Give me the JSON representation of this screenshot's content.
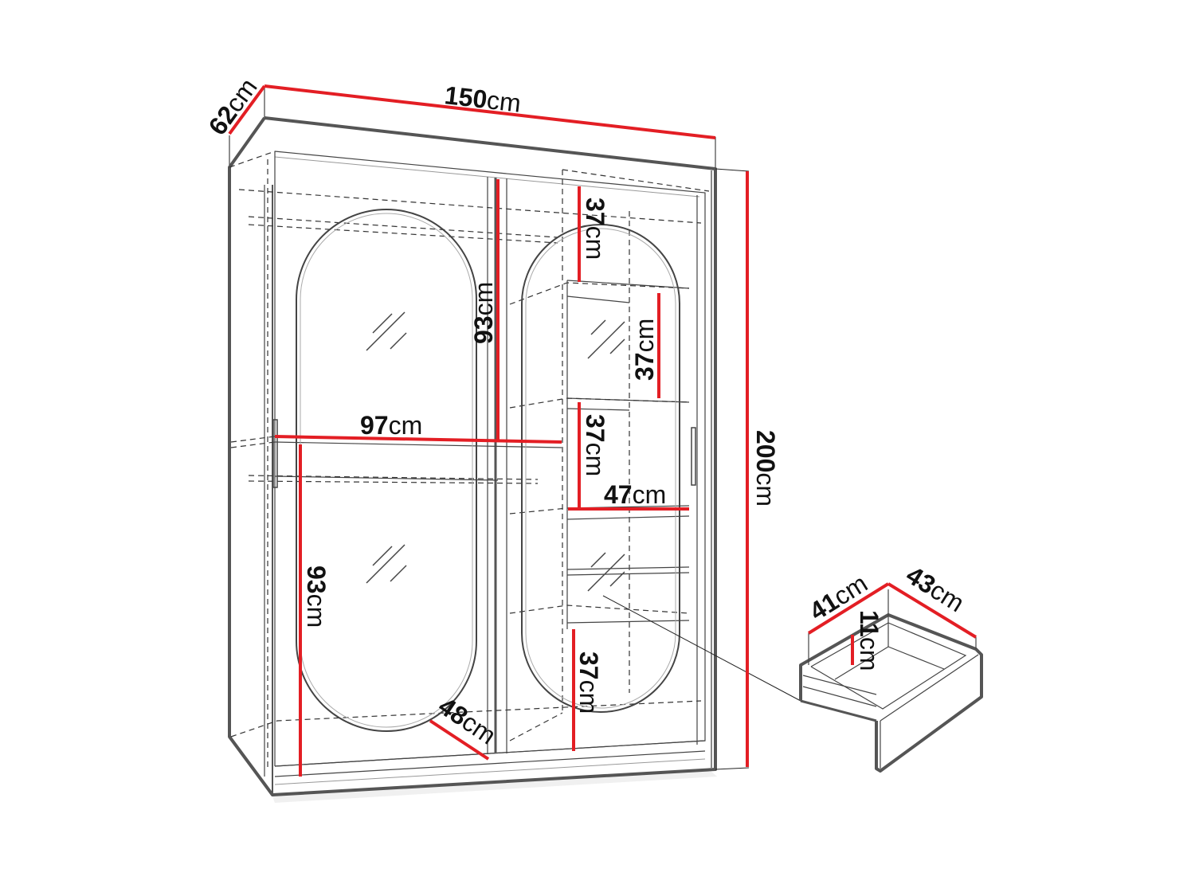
{
  "diagram": {
    "subject": "Sliding-door wardrobe with oval mirror doors — dimension drawing",
    "accent_color": "#e31e24",
    "line_color": "#555555",
    "dimensions": {
      "width": {
        "value": "150",
        "unit": "cm"
      },
      "depth": {
        "value": "62",
        "unit": "cm"
      },
      "height": {
        "value": "200",
        "unit": "cm"
      },
      "rail_width": {
        "value": "97",
        "unit": "cm"
      },
      "left_upper_height": {
        "value": "93",
        "unit": "cm"
      },
      "left_lower_height": {
        "value": "93",
        "unit": "cm"
      },
      "hanging_depth": {
        "value": "48",
        "unit": "cm"
      },
      "shelf_width": {
        "value": "47",
        "unit": "cm"
      },
      "shelf_1_height": {
        "value": "37",
        "unit": "cm"
      },
      "shelf_2_height": {
        "value": "37",
        "unit": "cm"
      },
      "shelf_3_height": {
        "value": "37",
        "unit": "cm"
      },
      "shelf_bottom_height": {
        "value": "37",
        "unit": "cm"
      }
    },
    "drawer": {
      "width": {
        "value": "41",
        "unit": "cm"
      },
      "depth": {
        "value": "43",
        "unit": "cm"
      },
      "height": {
        "value": "11",
        "unit": "cm"
      }
    }
  }
}
